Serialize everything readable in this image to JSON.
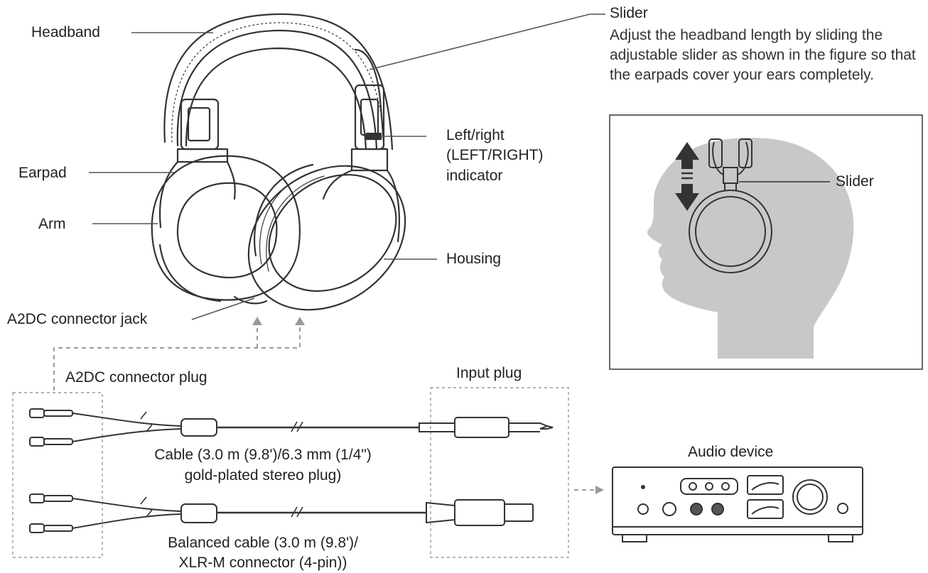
{
  "labels": {
    "headband": "Headband",
    "earpad": "Earpad",
    "arm": "Arm",
    "jack": "A2DC connector jack",
    "slider_title": "Slider",
    "slider_desc": "Adjust the headband length by sliding the adjustable slider as shown in the figure so that the earpads cover your ears completely.",
    "lr_indicator_1": "Left/right",
    "lr_indicator_2": "(LEFT/RIGHT)",
    "lr_indicator_3": "indicator",
    "housing": "Housing",
    "inset_slider": "Slider",
    "a2dc_plug": "A2DC connector plug",
    "input_plug": "Input plug",
    "cable1_1": "Cable (3.0 m (9.8')/6.3 mm (1/4\")",
    "cable1_2": "gold-plated stereo plug)",
    "cable2_1": "Balanced cable (3.0 m (9.8')/",
    "cable2_2": "XLR-M connector (4-pin))",
    "audio_device": "Audio device"
  },
  "colors": {
    "line": "#333333",
    "leader": "#555555",
    "dashed": "#9a9a9a",
    "head_fill": "#c8c8c8",
    "frame": "#444444"
  }
}
